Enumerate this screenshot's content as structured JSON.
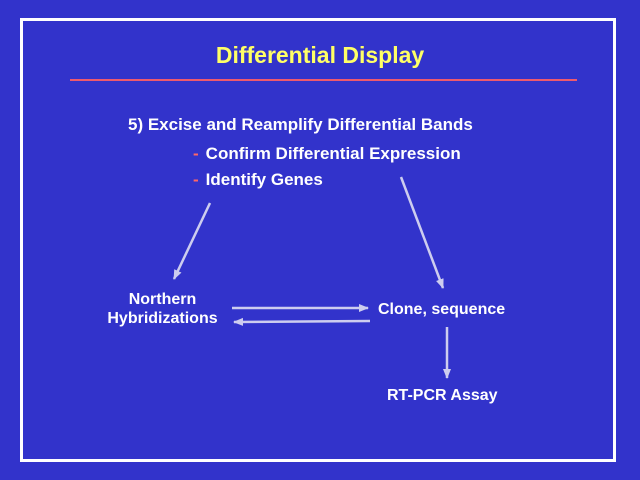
{
  "theme": {
    "background": "#3233cb",
    "border_color": "#ffffff",
    "title_color": "#ffff66",
    "rule_color": "#ee5a6e",
    "text_color": "#ffffff",
    "dash_color": "#ff6666",
    "arrow_color": "#cdcdef"
  },
  "slide": {
    "title": "Differential Display",
    "step": {
      "heading": "5) Excise and Reamplify Differential Bands",
      "bullets": [
        {
          "dash": "-",
          "label": "Confirm Differential Expression"
        },
        {
          "dash": "-",
          "label": "Identify Genes"
        }
      ]
    },
    "diagram": {
      "northern": {
        "line1": "Northern",
        "line2": "Hybridizations"
      },
      "clone": {
        "label": "Clone, sequence"
      },
      "rtpcr": {
        "label": "RT-PCR Assay"
      },
      "edges": [
        {
          "from": "identify-genes",
          "to": "northern-hybridizations",
          "direction": "down-left"
        },
        {
          "from": "identify-genes",
          "to": "clone-sequence",
          "direction": "down-right"
        },
        {
          "from": "northern-hybridizations",
          "to": "clone-sequence",
          "direction": "right"
        },
        {
          "from": "clone-sequence",
          "to": "northern-hybridizations",
          "direction": "left"
        },
        {
          "from": "clone-sequence",
          "to": "rt-pcr-assay",
          "direction": "down"
        }
      ]
    }
  }
}
